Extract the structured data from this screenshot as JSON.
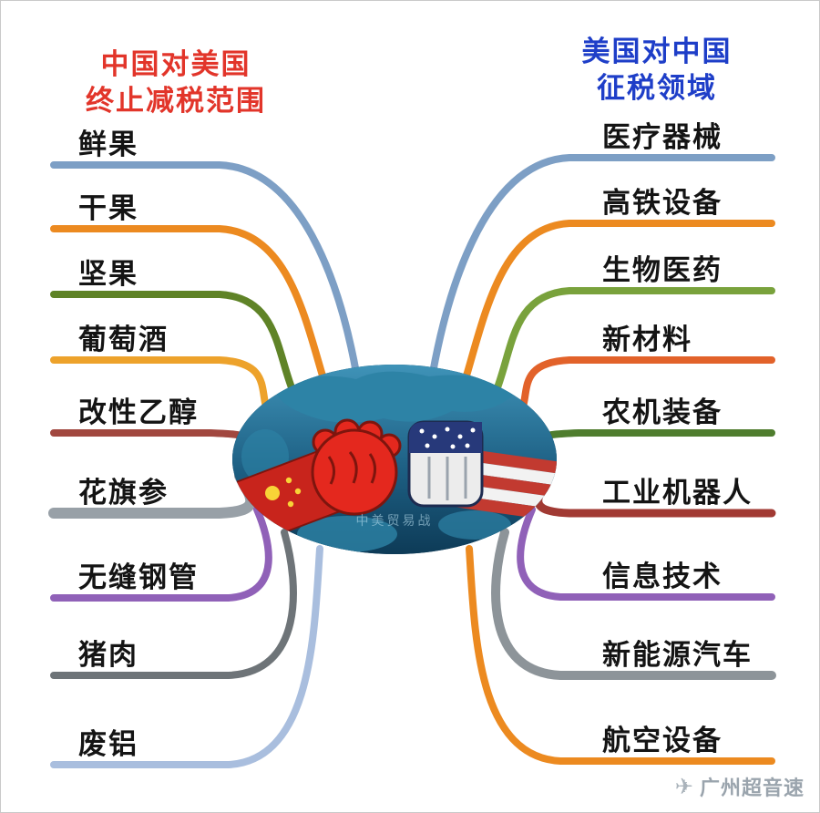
{
  "titles": {
    "left": {
      "line1": "中国对美国",
      "line2": "终止减税范围",
      "color": "#e2352a"
    },
    "right": {
      "line1": "美国对中国",
      "line2": "征税领域",
      "color": "#1e3ec8"
    }
  },
  "left_branches": [
    {
      "label": "鲜果",
      "color": "#7d9fc5"
    },
    {
      "label": "干果",
      "color": "#ec8a20"
    },
    {
      "label": "坚果",
      "color": "#5f8327"
    },
    {
      "label": "葡萄酒",
      "color": "#eda22b"
    },
    {
      "label": "改性乙醇",
      "color": "#a1473f"
    },
    {
      "label": "花旗参",
      "color": "#98a0a7"
    },
    {
      "label": "无缝钢管",
      "color": "#9061b8"
    },
    {
      "label": "猪肉",
      "color": "#6e7478"
    },
    {
      "label": "废铝",
      "color": "#a9bede"
    }
  ],
  "right_branches": [
    {
      "label": "医疗器械",
      "color": "#7d9fc5"
    },
    {
      "label": "高铁设备",
      "color": "#ec8a20"
    },
    {
      "label": "生物医药",
      "color": "#79a23c"
    },
    {
      "label": "新材料",
      "color": "#e2622a"
    },
    {
      "label": "农机装备",
      "color": "#4f7d2e"
    },
    {
      "label": "工业机器人",
      "color": "#a13a33"
    },
    {
      "label": "信息技术",
      "color": "#9061b8"
    },
    {
      "label": "新能源汽车",
      "color": "#8d9499"
    },
    {
      "label": "航空设备",
      "color": "#ec8a20"
    }
  ],
  "center": {
    "caption": "中美贸易战"
  },
  "watermark": {
    "text": "广州超音速",
    "icon": "paper-plane-icon"
  }
}
